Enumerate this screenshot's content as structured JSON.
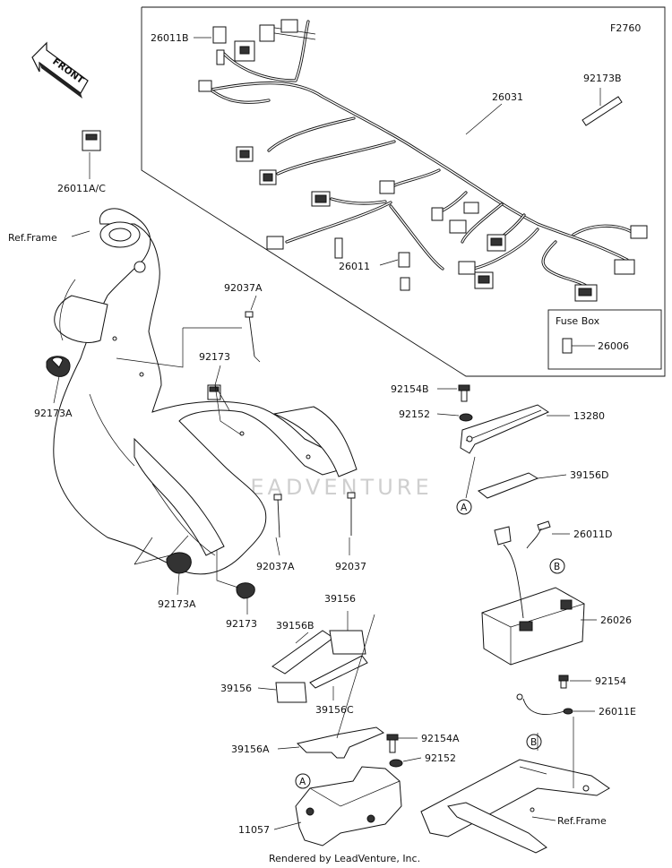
{
  "diagram_code": "F2760",
  "front_label": "FRONT",
  "fuse_box_title": "Fuse Box",
  "watermark": "LEADVENTURE",
  "footer": "Rendered by LeadVenture, Inc.",
  "callouts": {
    "c26011B": "26011B",
    "c26031": "26031",
    "c92173B": "92173B",
    "c26011AC": "26011A/C",
    "c26011": "26011",
    "c26006": "26006",
    "cRefFrame1": "Ref.Frame",
    "c92037A_top": "92037A",
    "c92173": "92173",
    "c92173A_left": "92173A",
    "c92154B": "92154B",
    "c92152_top": "92152",
    "c13280": "13280",
    "c39156D": "39156D",
    "cA_top": "A",
    "c26011D": "26011D",
    "cB_top": "B",
    "c26026": "26026",
    "c92037A_bot": "92037A",
    "c92037": "92037",
    "c92173A_bot": "92173A",
    "c92173_bot": "92173",
    "c39156_top": "39156",
    "c39156B": "39156B",
    "c39156_left": "39156",
    "c39156C": "39156C",
    "c92154": "92154",
    "c26011E": "26011E",
    "cB_bot": "B",
    "c39156A": "39156A",
    "c92154A": "92154A",
    "c92152_bot": "92152",
    "cA_bot": "A",
    "c11057": "11057",
    "cRefFrame2": "Ref.Frame"
  }
}
